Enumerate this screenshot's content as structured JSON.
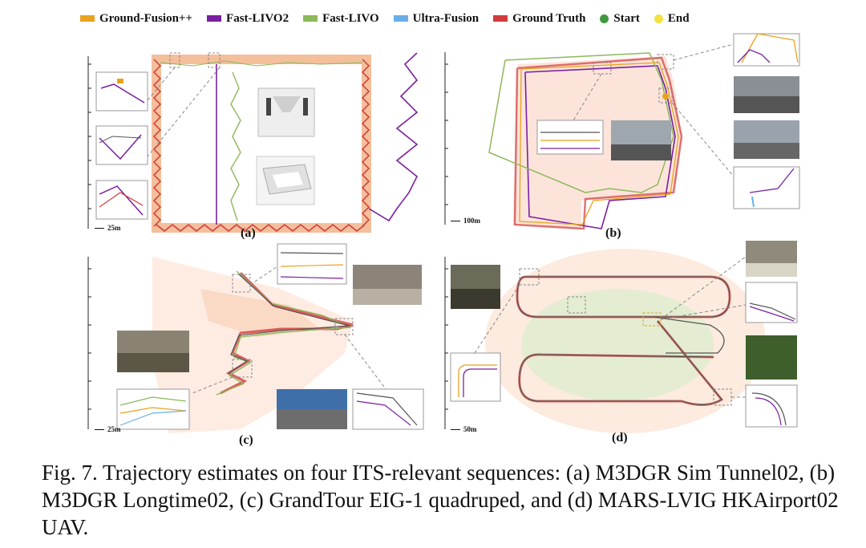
{
  "legend": [
    {
      "label": "Ground-Fusion++",
      "color": "#e8a21e",
      "shape": "bar"
    },
    {
      "label": "Fast-LIVO2",
      "color": "#7a1fa0",
      "shape": "bar"
    },
    {
      "label": "Fast-LIVO",
      "color": "#8db85a",
      "shape": "bar"
    },
    {
      "label": "Ultra-Fusion",
      "color": "#6aaee8",
      "shape": "bar"
    },
    {
      "label": "Ground Truth",
      "color": "#d23b3b",
      "shape": "bar"
    },
    {
      "label": "Start",
      "color": "#3f9a3f",
      "shape": "dot"
    },
    {
      "label": "End",
      "color": "#f2e23c",
      "shape": "dot"
    }
  ],
  "panels": {
    "a": {
      "label": "(a)",
      "scale": "25m"
    },
    "b": {
      "label": "(b)",
      "scale": "100m"
    },
    "c": {
      "label": "(c)",
      "scale": "25m"
    },
    "d": {
      "label": "(d)",
      "scale": "50m"
    }
  },
  "caption": "Fig. 7.  Trajectory estimates on four ITS-relevant sequences: (a) M3DGR Sim Tunnel02, (b) M3DGR Longtime02, (c) GrandTour EIG-1 quadruped, and (d) MARS-LVIG HKAirport02 UAV."
}
